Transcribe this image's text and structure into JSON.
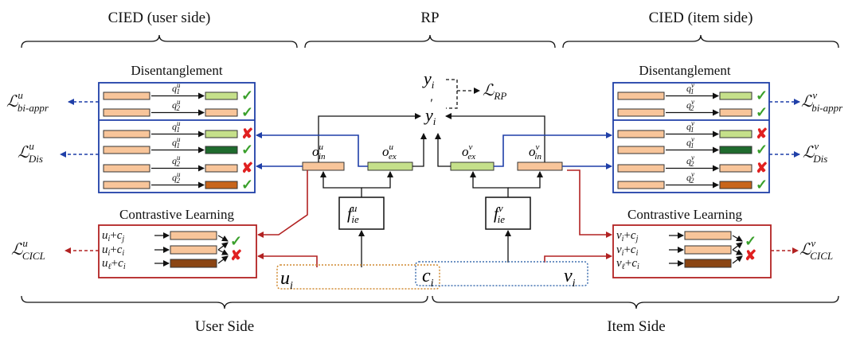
{
  "headers": {
    "cied_user": "CIED (user side)",
    "rp": "RP",
    "cied_item": "CIED (item side)",
    "user_side": "User Side",
    "item_side": "Item Side"
  },
  "modules": {
    "disentanglement_left": "Disentanglement",
    "disentanglement_right": "Disentanglement",
    "contrastive_left": "Contrastive Learning",
    "contrastive_right": "Contrastive Learning"
  },
  "losses": {
    "bi_appr_u": {
      "base": "ℒ",
      "sup": "u",
      "sub": "bi-appr"
    },
    "dis_u": {
      "base": "ℒ",
      "sup": "u",
      "sub": "Dis"
    },
    "cicl_u": {
      "base": "ℒ",
      "sup": "u",
      "sub": "CICL"
    },
    "bi_appr_v": {
      "base": "ℒ",
      "sup": "v",
      "sub": "bi-appr"
    },
    "dis_v": {
      "base": "ℒ",
      "sup": "v",
      "sub": "Dis"
    },
    "cicl_v": {
      "base": "ℒ",
      "sup": "v",
      "sub": "CICL"
    },
    "rp": {
      "base": "ℒ",
      "sub": "RP"
    }
  },
  "rp_outputs": {
    "y": "y",
    "y_sub": "i",
    "y_prime": "y",
    "y_prime_sub": "i",
    "prime": "′"
  },
  "encoders": {
    "user": {
      "base": "f",
      "sup": "u",
      "sub": "ie"
    },
    "item": {
      "base": "f",
      "sup": "v",
      "sub": "ie"
    }
  },
  "embeddings": {
    "o_in_u": {
      "base": "o",
      "sup": "u",
      "sub": "in"
    },
    "o_ex_u": {
      "base": "o",
      "sup": "u",
      "sub": "ex"
    },
    "o_ex_v": {
      "base": "o",
      "sup": "v",
      "sub": "ex"
    },
    "o_in_v": {
      "base": "o",
      "sup": "v",
      "sub": "in"
    }
  },
  "inputs": {
    "u": {
      "base": "u",
      "sub": "i"
    },
    "c": {
      "base": "c",
      "sub": "i"
    },
    "v": {
      "base": "v",
      "sub": "i"
    }
  },
  "disentangle_left_rows": [
    {
      "q": "q",
      "qsup": "u",
      "qsub": "1",
      "out": "light-green",
      "mark": "check"
    },
    {
      "q": "q",
      "qsup": "u",
      "qsub": "2",
      "out": "peach",
      "mark": "check"
    },
    {
      "q": "q",
      "qsup": "u",
      "qsub": "1",
      "out": "light-green",
      "mark": "cross"
    },
    {
      "q": "q",
      "qsup": "u",
      "qsub": "1",
      "out": "dark-green",
      "mark": "check"
    },
    {
      "q": "q",
      "qsup": "u",
      "qsub": "2",
      "out": "peach",
      "mark": "cross"
    },
    {
      "q": "q",
      "qsup": "u",
      "qsub": "2",
      "out": "brown-orange",
      "mark": "check"
    }
  ],
  "disentangle_right_rows": [
    {
      "q": "q",
      "qsup": "v",
      "qsub": "1",
      "out": "light-green",
      "mark": "check"
    },
    {
      "q": "q",
      "qsup": "v",
      "qsub": "2",
      "out": "peach",
      "mark": "check"
    },
    {
      "q": "q",
      "qsup": "v",
      "qsub": "1",
      "out": "light-green",
      "mark": "cross"
    },
    {
      "q": "q",
      "qsup": "v",
      "qsub": "1",
      "out": "dark-green",
      "mark": "check"
    },
    {
      "q": "q",
      "qsup": "v",
      "qsub": "2",
      "out": "peach",
      "mark": "cross"
    },
    {
      "q": "q",
      "qsup": "v",
      "qsub": "2",
      "out": "brown-orange",
      "mark": "check"
    }
  ],
  "contrastive_left_rows": [
    {
      "a": "u",
      "a_sub": "i",
      "b": "c",
      "b_sub": "j",
      "plus": "+",
      "fill": "peach"
    },
    {
      "a": "u",
      "a_sub": "i",
      "b": "c",
      "b_sub": "i",
      "plus": "+",
      "fill": "peach"
    },
    {
      "a": "u",
      "a_sub": "ℓ",
      "b": "c",
      "b_sub": "i",
      "plus": "+",
      "fill": "dark-brown"
    }
  ],
  "contrastive_right_rows": [
    {
      "a": "v",
      "a_sub": "i",
      "b": "c",
      "b_sub": "j",
      "plus": "+",
      "fill": "peach"
    },
    {
      "a": "v",
      "a_sub": "i",
      "b": "c",
      "b_sub": "i",
      "plus": "+",
      "fill": "peach"
    },
    {
      "a": "v",
      "a_sub": "ℓ",
      "b": "c",
      "b_sub": "i",
      "plus": "+",
      "fill": "dark-brown"
    }
  ],
  "marks": {
    "check": "✓",
    "cross": "✘"
  },
  "colors": {
    "peach": "#f8c59a",
    "light-green": "#c5e08a",
    "dark-green": "#1f6b2e",
    "brown-orange": "#c8651b",
    "dark-brown": "#8b4513",
    "blue": "#1f3fa8",
    "red": "#b22222",
    "input_orange": "#d08a30",
    "input_blue": "#4070b0"
  }
}
